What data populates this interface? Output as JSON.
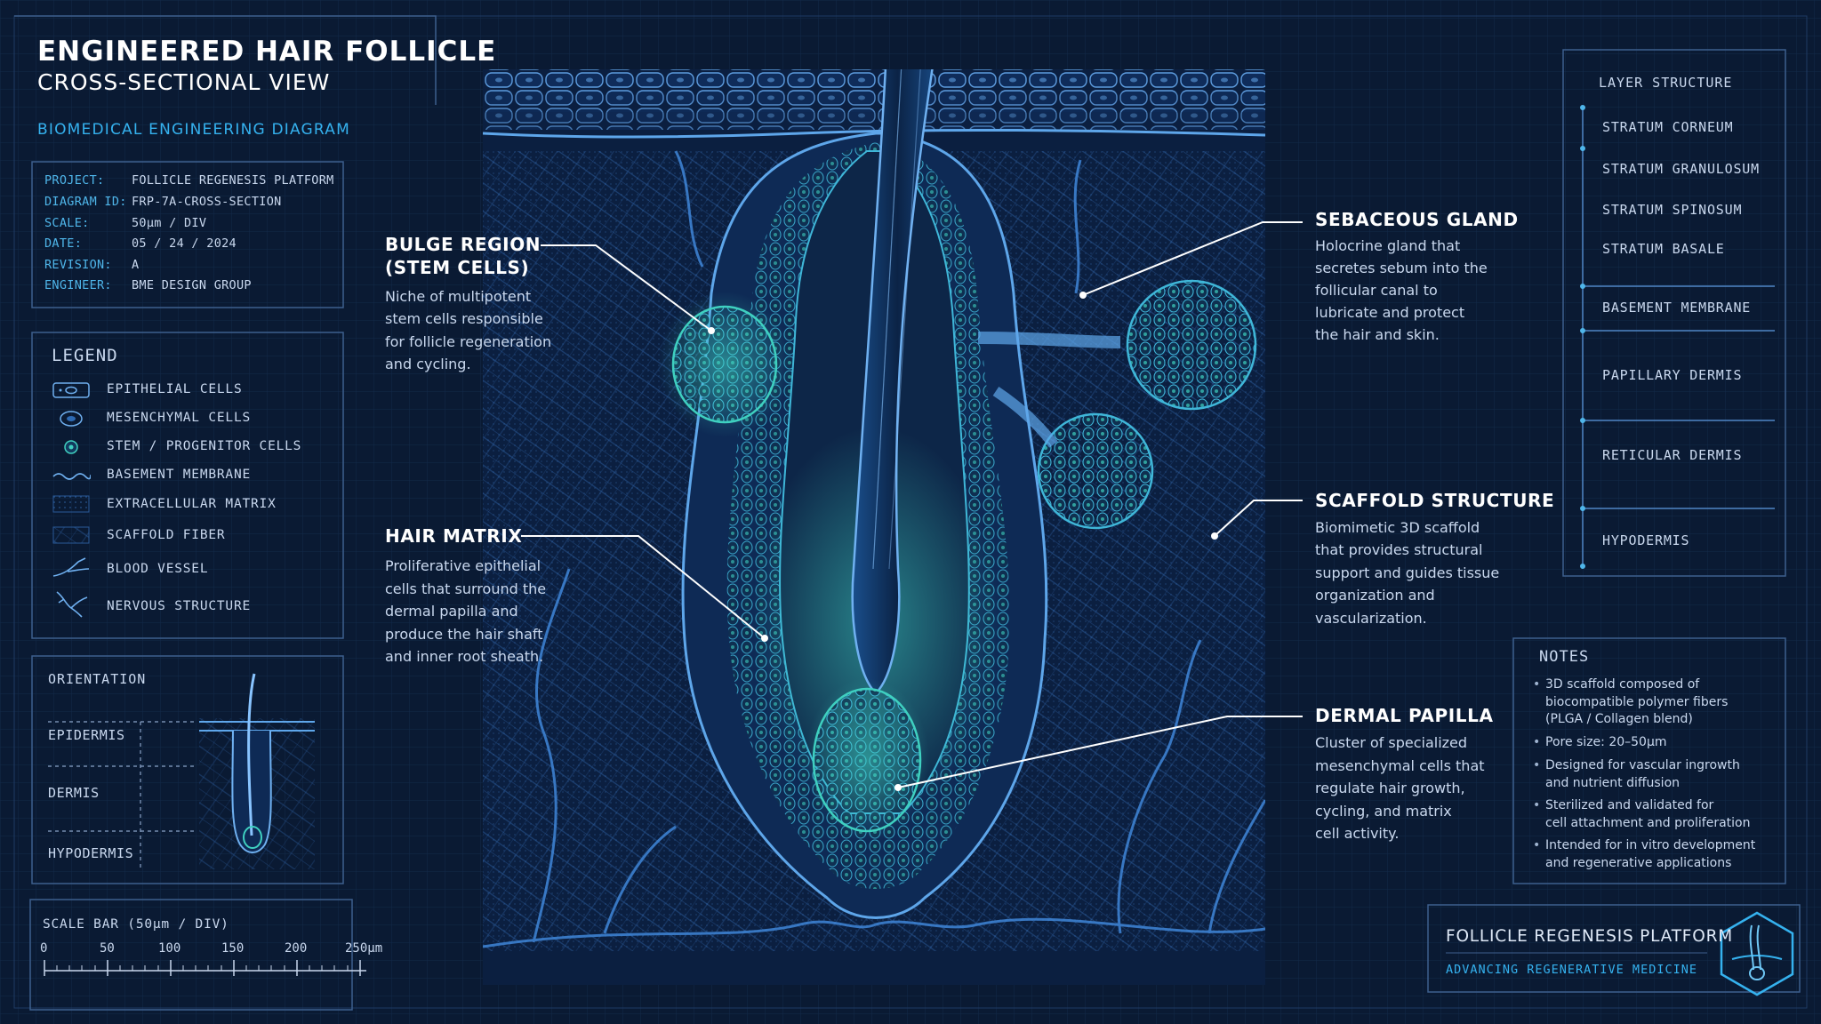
{
  "header": {
    "title": "ENGINEERED HAIR FOLLICLE",
    "subtitle": "CROSS-SECTIONAL VIEW",
    "category": "BIOMEDICAL ENGINEERING DIAGRAM"
  },
  "info": [
    {
      "key": "PROJECT:",
      "value": "FOLLICLE REGENESIS PLATFORM"
    },
    {
      "key": "DIAGRAM ID:",
      "value": "FRP-7A-CROSS-SECTION"
    },
    {
      "key": "SCALE:",
      "value": "50µm / DIV"
    },
    {
      "key": "DATE:",
      "value": "05 / 24 / 2024"
    },
    {
      "key": "REVISION:",
      "value": "A"
    },
    {
      "key": "ENGINEER:",
      "value": "BME DESIGN GROUP"
    }
  ],
  "legend": {
    "title": "LEGEND",
    "items": [
      {
        "label": "EPITHELIAL CELLS",
        "icon": "epithelial-cell-icon"
      },
      {
        "label": "MESENCHYMAL CELLS",
        "icon": "mesenchymal-cell-icon"
      },
      {
        "label": "STEM / PROGENITOR CELLS",
        "icon": "stem-cell-icon"
      },
      {
        "label": "BASEMENT MEMBRANE",
        "icon": "wave-line-icon"
      },
      {
        "label": "EXTRACELLULAR MATRIX",
        "icon": "dotted-matrix-icon"
      },
      {
        "label": "SCAFFOLD FIBER",
        "icon": "mesh-icon"
      },
      {
        "label": "BLOOD VESSEL",
        "icon": "branching-vessel-icon"
      },
      {
        "label": "NERVOUS STRUCTURE",
        "icon": "nerve-icon"
      }
    ]
  },
  "orientation": {
    "title": "ORIENTATION",
    "labels": [
      "EPIDERMIS",
      "DERMIS",
      "HYPODERMIS"
    ]
  },
  "scale_bar": {
    "title": "SCALE BAR (50µm / DIV)",
    "ticks": [
      "0",
      "50",
      "100",
      "150",
      "200",
      "250µm"
    ]
  },
  "annotations": {
    "bulge": {
      "title_1": "BULGE REGION",
      "title_2": "(STEM CELLS)",
      "lines": [
        "Niche of multipotent",
        "stem cells responsible",
        "for follicle regeneration",
        "and cycling."
      ]
    },
    "matrix": {
      "title": "HAIR MATRIX",
      "lines": [
        "Proliferative epithelial",
        "cells that surround the",
        "dermal papilla and",
        "produce the hair shaft",
        "and inner root sheath."
      ]
    },
    "sebaceous": {
      "title": "SEBACEOUS GLAND",
      "lines": [
        "Holocrine gland that",
        "secretes sebum into the",
        "follicular canal to",
        "lubricate and protect",
        "the hair and skin."
      ]
    },
    "scaffold": {
      "title": "SCAFFOLD STRUCTURE",
      "lines": [
        "Biomimetic 3D scaffold",
        "that provides structural",
        "support and guides tissue",
        "organization and",
        "vascularization."
      ]
    },
    "papilla": {
      "title": "DERMAL PAPILLA",
      "lines": [
        "Cluster of specialized",
        "mesenchymal cells that",
        "regulate hair growth,",
        "cycling, and matrix",
        "cell activity."
      ]
    }
  },
  "layers": {
    "title": "LAYER STRUCTURE",
    "items": [
      "STRATUM CORNEUM",
      "STRATUM GRANULOSUM",
      "STRATUM SPINOSUM",
      "STRATUM BASALE",
      "BASEMENT MEMBRANE",
      "PAPILLARY DERMIS",
      "RETICULAR DERMIS",
      "HYPODERMIS"
    ]
  },
  "notes": {
    "title": "NOTES",
    "items": [
      [
        "3D scaffold composed of",
        "biocompatible polymer fibers",
        "(PLGA / Collagen blend)"
      ],
      [
        "Pore size: 20–50µm"
      ],
      [
        "Designed for vascular ingrowth",
        "and nutrient diffusion"
      ],
      [
        "Sterilized and validated for",
        "cell attachment and proliferation"
      ],
      [
        "Intended for in vitro development",
        "and regenerative applications"
      ]
    ]
  },
  "footer": {
    "title": "FOLLICLE REGENESIS PLATFORM",
    "tagline": "ADVANCING REGENERATIVE MEDICINE",
    "logo_icon": "hexagon-follicle-logo-icon"
  },
  "colors": {
    "background": "#0a1a33",
    "accent": "#35b2ef",
    "teal": "#3fd0c0",
    "panel_border": "#3d5f8e"
  }
}
